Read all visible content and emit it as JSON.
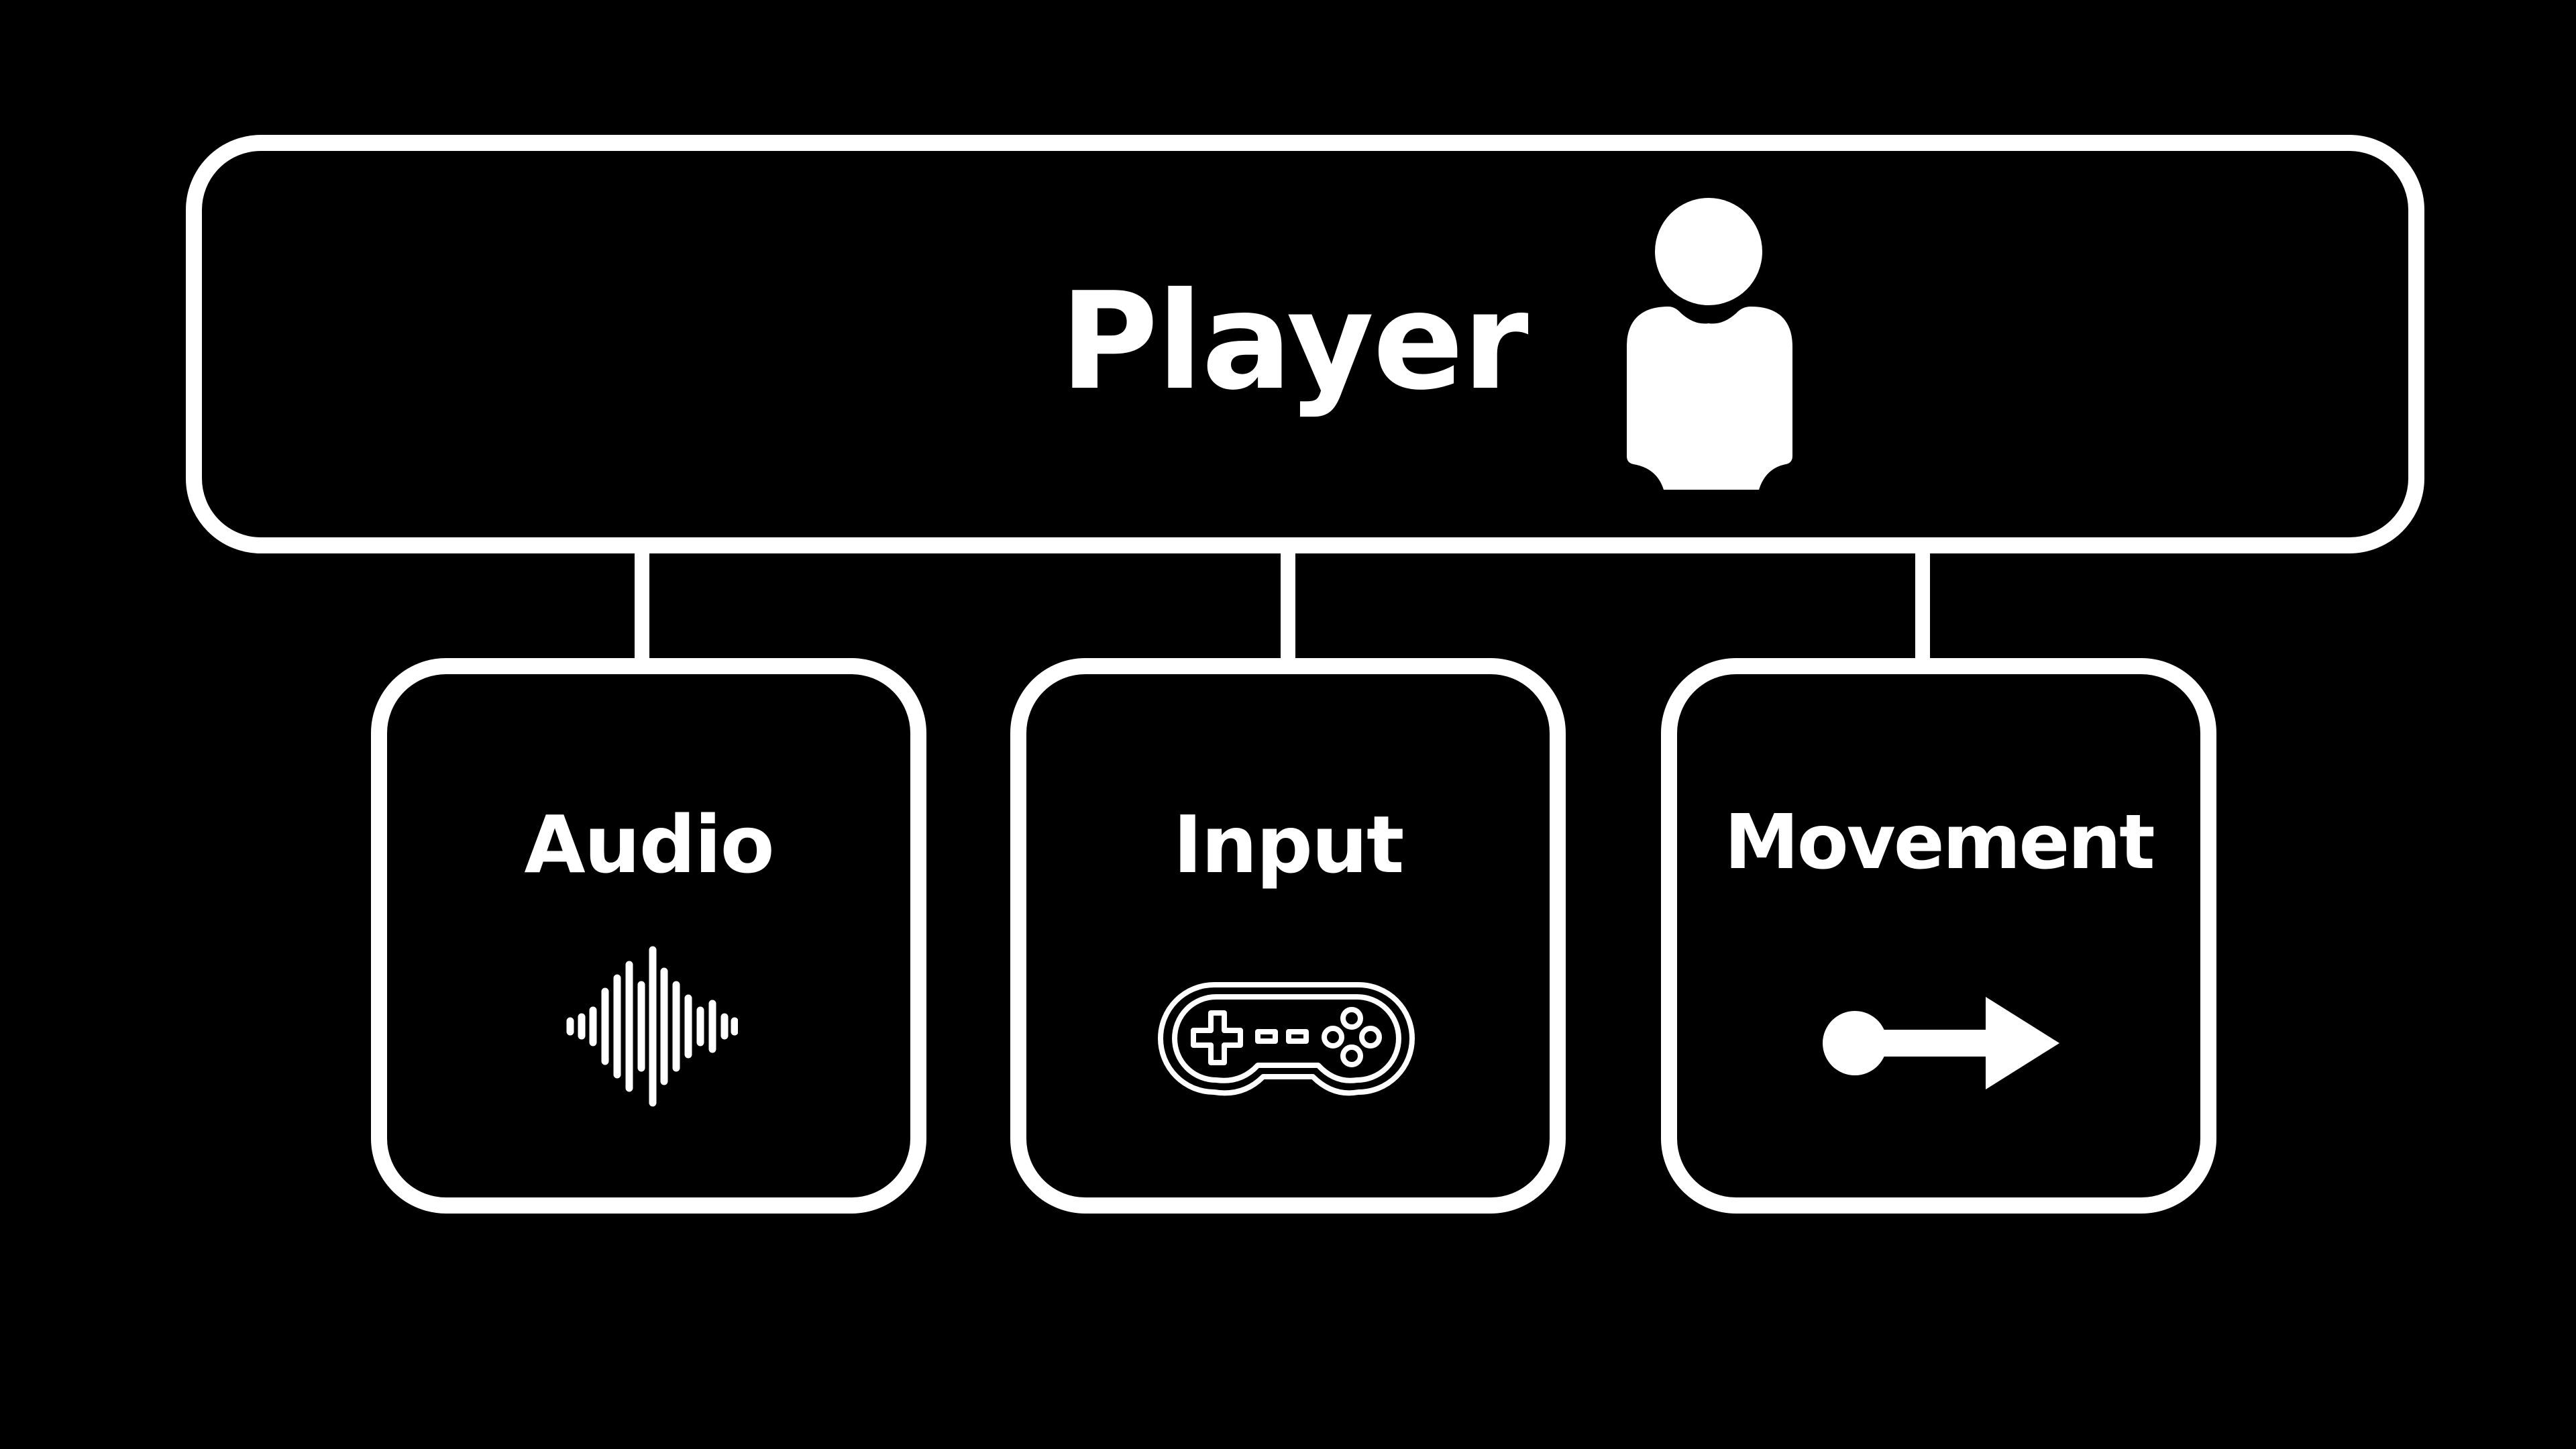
{
  "player": {
    "title": "Player",
    "icon": "person-icon"
  },
  "components": [
    {
      "label": "Audio",
      "icon": "waveform-icon"
    },
    {
      "label": "Input",
      "icon": "gamepad-icon"
    },
    {
      "label": "Movement",
      "icon": "arrow-right-icon"
    }
  ],
  "colors": {
    "background": "#000000",
    "foreground": "#ffffff"
  }
}
